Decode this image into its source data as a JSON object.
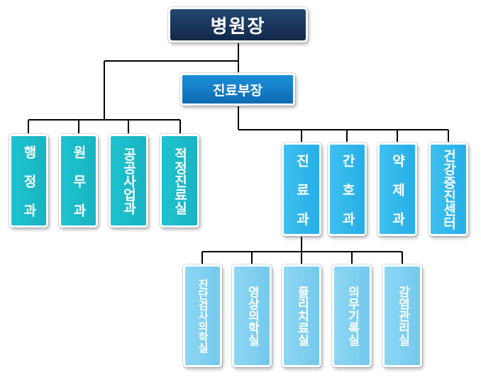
{
  "chart": {
    "top": "병원장",
    "deputy": "진료부장",
    "left_depts": [
      {
        "label": "행 정 과"
      },
      {
        "label": "원 무 과"
      },
      {
        "label": "공공사업과"
      },
      {
        "label": "적정진료실"
      }
    ],
    "right_depts": [
      {
        "label": "진 료 과"
      },
      {
        "label": "간 호 과"
      },
      {
        "label": "약 제 과"
      },
      {
        "label": "건강증진센터"
      }
    ],
    "sub_depts": [
      {
        "label": "진단검사의학실"
      },
      {
        "label": "영상의학실"
      },
      {
        "label": "물리치료실"
      },
      {
        "label": "의무기록실"
      },
      {
        "label": "감염관리실"
      }
    ]
  }
}
